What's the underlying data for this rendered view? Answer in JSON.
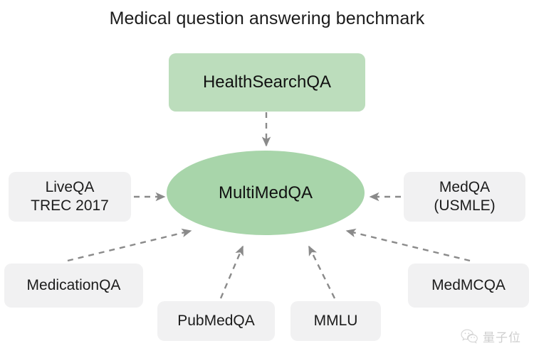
{
  "title": "Medical question answering benchmark",
  "colors": {
    "background": "#ffffff",
    "green_box": "#bcddbc",
    "green_ellipse": "#a8d5aa",
    "gray_box": "#f1f1f2",
    "arrow": "#8a8a8a",
    "text": "#1c1c1c"
  },
  "nodes": {
    "center": {
      "label": "MultiMedQA",
      "shape": "ellipse",
      "fill": "#a8d5aa"
    },
    "healthsearchqa": {
      "label": "HealthSearchQA",
      "shape": "rounded-rect",
      "fill": "#bcddbc"
    },
    "liveqa": {
      "line1": "LiveQA",
      "line2": "TREC 2017",
      "shape": "rounded-rect",
      "fill": "#f1f1f2"
    },
    "medqa": {
      "line1": "MedQA",
      "line2": "(USMLE)",
      "shape": "rounded-rect",
      "fill": "#f1f1f2"
    },
    "medicationqa": {
      "label": "MedicationQA",
      "shape": "rounded-rect",
      "fill": "#f1f1f2"
    },
    "pubmedqa": {
      "label": "PubMedQA",
      "shape": "rounded-rect",
      "fill": "#f1f1f2"
    },
    "mmlu": {
      "label": "MMLU",
      "shape": "rounded-rect",
      "fill": "#f1f1f2"
    },
    "medmcqa": {
      "label": "MedMCQA",
      "shape": "rounded-rect",
      "fill": "#f1f1f2"
    }
  },
  "edges": [
    {
      "from": "healthsearchqa",
      "to": "center",
      "style": "dashed",
      "arrow": "down"
    },
    {
      "from": "liveqa",
      "to": "center",
      "style": "dashed",
      "arrow": "right"
    },
    {
      "from": "medqa",
      "to": "center",
      "style": "dashed",
      "arrow": "left"
    },
    {
      "from": "medicationqa",
      "to": "center",
      "style": "dashed",
      "arrow": "up-right"
    },
    {
      "from": "pubmedqa",
      "to": "center",
      "style": "dashed",
      "arrow": "up-right"
    },
    {
      "from": "mmlu",
      "to": "center",
      "style": "dashed",
      "arrow": "up-left"
    },
    {
      "from": "medmcqa",
      "to": "center",
      "style": "dashed",
      "arrow": "up-left"
    }
  ],
  "watermark": {
    "icon": "wechat-icon",
    "text": "量子位"
  }
}
